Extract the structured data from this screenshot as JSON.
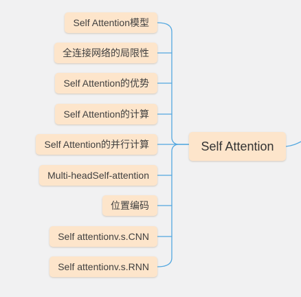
{
  "mindmap": {
    "central": "Self Attention",
    "children": [
      "Self Attention模型",
      "全连接网络的局限性",
      "Self Attention的优势",
      "Self Attention的计算",
      "Self Attention的并行计算",
      "Multi-headSelf-attention",
      "位置编码",
      "Self attentionv.s.CNN",
      "Self attentionv.s.RNN"
    ]
  },
  "colors": {
    "background": "#f1f1f2",
    "node_fill": "#fde5cb",
    "connector": "#52a7e0"
  }
}
